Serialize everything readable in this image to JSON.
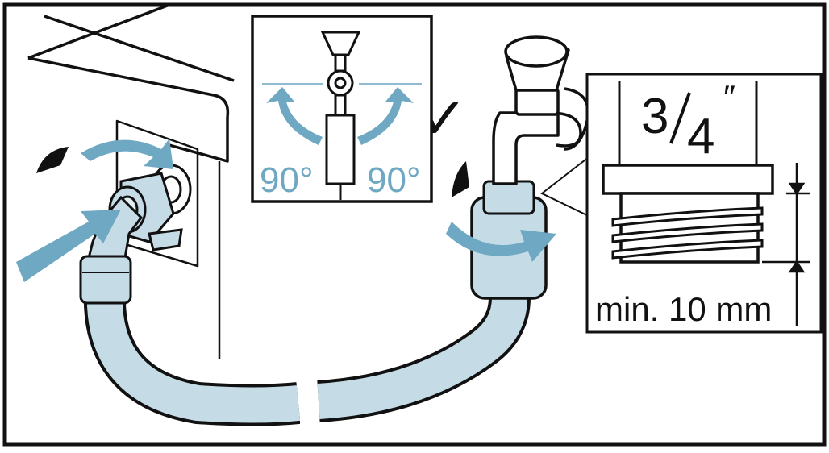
{
  "inset_rotation": {
    "left_angle": "90°",
    "right_angle": "90°"
  },
  "inset_thread": {
    "size": "3",
    "size_denominator": "4",
    "inch_mark": "″",
    "min_length": "min. 10 mm"
  },
  "check_symbol": "✓",
  "colors": {
    "outline": "#111111",
    "hose": "#c5dce6",
    "arrow": "#6fa8c2",
    "arrow_dark": "#111111"
  },
  "icons": [
    "washing-machine",
    "hose",
    "water-tap",
    "rotation-arrow",
    "check-mark",
    "thread"
  ]
}
